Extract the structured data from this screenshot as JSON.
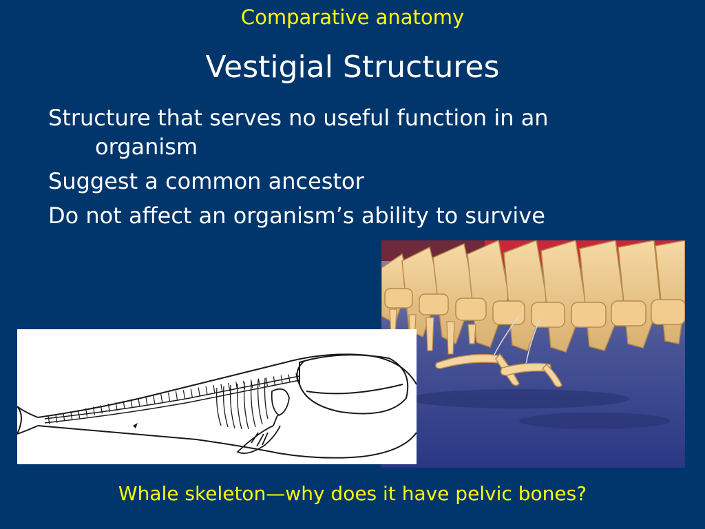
{
  "slide": {
    "subtitle": "Comparative anatomy",
    "title": "Vestigial Structures",
    "bullets": [
      {
        "line1": "Structure that serves no useful function in an",
        "line2": "organism"
      },
      {
        "line1": "Suggest a common ancestor"
      },
      {
        "line1": "Do not affect an organism’s ability to survive"
      }
    ],
    "caption": "Whale skeleton—why does it have pelvic bones?"
  },
  "colors": {
    "background": "#00366b",
    "accent_text": "#ffff00",
    "body_text": "#ffffff"
  },
  "images": {
    "drawing": "whale-skeleton-line-drawing",
    "photo": "whale-pelvic-bones-photo"
  }
}
